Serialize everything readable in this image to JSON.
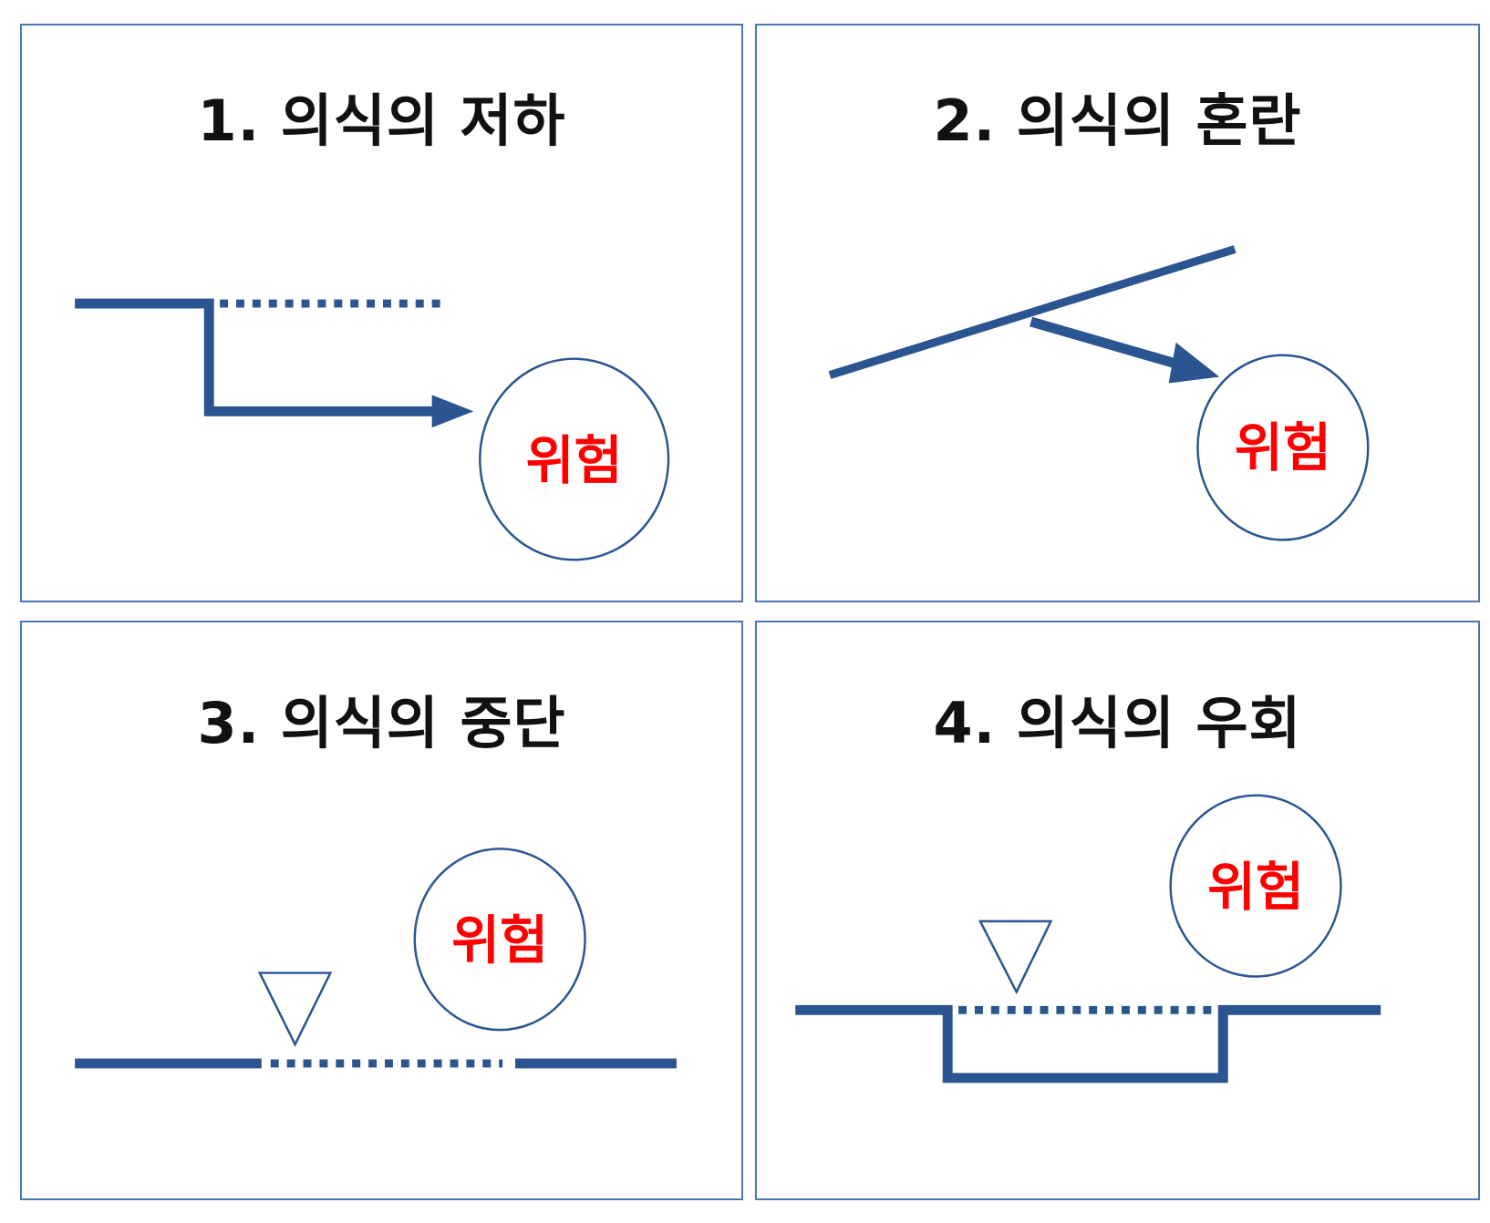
{
  "colors": {
    "line": "#2a5590",
    "border": "#4a77b4",
    "danger_text": "#ff0000",
    "title_text": "#111111"
  },
  "panels": [
    {
      "title": "1. 의식의 저하",
      "danger": "위험"
    },
    {
      "title": "2. 의식의 혼란",
      "danger": "위험"
    },
    {
      "title": "3. 의식의 중단",
      "danger": "위험"
    },
    {
      "title": "4. 의식의 우회",
      "danger": "위험"
    }
  ]
}
